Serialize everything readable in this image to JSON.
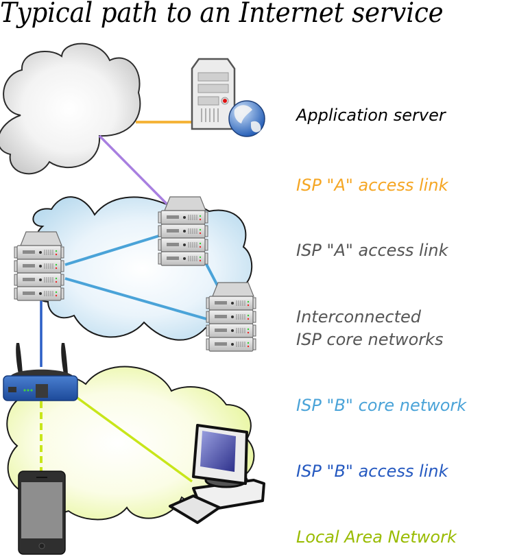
{
  "title": "Typical path to an Internet service",
  "colors": {
    "app_server": "#000000",
    "isp_a_access_link": "#f5a623",
    "interconnect_link": "#a87fe0",
    "isp_core": "#555555",
    "isp_b_core": "#4aa3d8",
    "isp_b_access": "#2559c0",
    "lan": "#99bb00",
    "lan_line": "#c8e61a"
  },
  "legend": [
    {
      "id": "application-server",
      "text": "Application server",
      "color": "#000000"
    },
    {
      "id": "isp-a-access-link-orange",
      "text": "ISP \"A\" access link",
      "color": "#f5a623"
    },
    {
      "id": "isp-a-access-link-gray",
      "text": "ISP \"A\" access link",
      "color": "#555555"
    },
    {
      "id": "interconnected-core",
      "lines": [
        "Interconnected",
        "ISP core networks"
      ],
      "color": "#555555"
    },
    {
      "id": "isp-b-core-network",
      "text": "ISP \"B\" core network",
      "color": "#4aa3d8"
    },
    {
      "id": "isp-b-access-link",
      "text": "ISP \"B\" access link",
      "color": "#2559c0"
    },
    {
      "id": "local-area-network",
      "text": "Local Area Network",
      "color": "#99bb00"
    }
  ],
  "nodes": {
    "internet_cloud": "Internet cloud",
    "application_server": "Application server with globe",
    "isp_core_cloud": "ISP core network cloud",
    "lan_cloud": "Local area network cloud",
    "router": "Wireless router",
    "desktop": "Desktop computer",
    "phone": "Smartphone"
  }
}
